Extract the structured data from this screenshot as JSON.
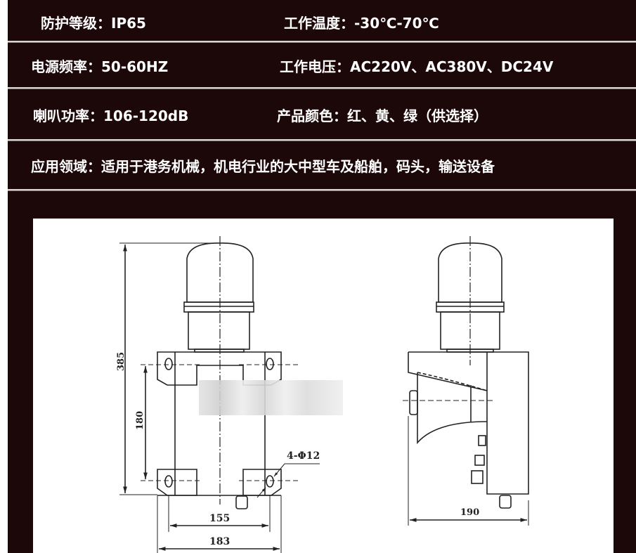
{
  "specs": {
    "row1": {
      "left": "防护等级：IP65",
      "right": "工作温度：-30℃-70℃"
    },
    "row2": {
      "left": "电源频率：50-60HZ",
      "right": "工作电压：AC220V、AC380V、DC24V"
    },
    "row3": {
      "left": "喇叭功率：106-120dB",
      "right": "产品颜色：红、黄、绿（供选择）"
    },
    "row4": {
      "full": "应用领域：适用于港务机械，机电行业的大中型车及船舶，码头，输送设备"
    }
  },
  "colors": {
    "background": "#1c0709",
    "text": "#ffffff",
    "divider": "#d9d4d4",
    "panel": "#ffffff",
    "line": "#222222"
  },
  "drawing": {
    "front_view": {
      "height_total": "385",
      "mount_spacing_vertical": "180",
      "mount_spacing_horizontal": "155",
      "width_total": "183",
      "hole_spec": "4-Φ12"
    },
    "side_view": {
      "depth_total": "190"
    }
  }
}
